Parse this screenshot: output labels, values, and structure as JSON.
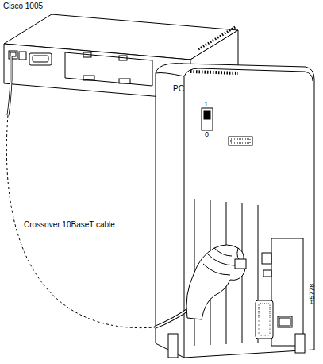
{
  "diagram": {
    "nodes": [
      {
        "text": [
          "Cisco 1005"
        ]
      },
      {
        "text": [
          "PC"
        ]
      }
    ],
    "edges": [
      {
        "from": 0,
        "to": 1,
        "label": "Crossover 10BaseT cable",
        "arrow": "none"
      }
    ],
    "labels": [
      "1",
      "0",
      "H5778"
    ]
  }
}
